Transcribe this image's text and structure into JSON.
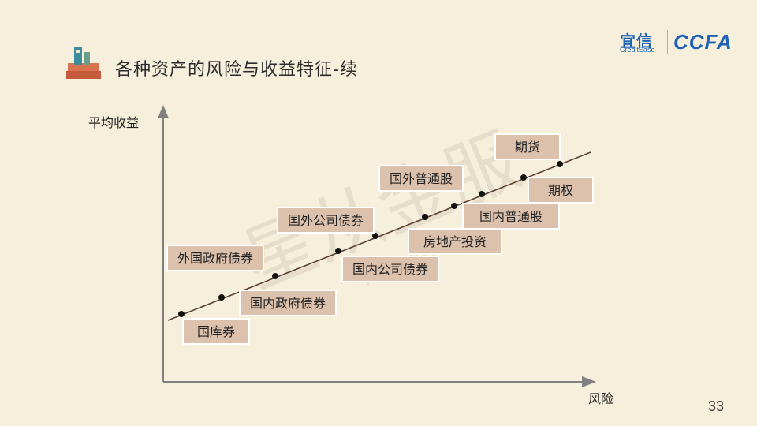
{
  "slide": {
    "title": "各种资产的风险与收益特征-续",
    "page_number": "33",
    "logo": {
      "brand_cn": "宜信",
      "brand_en": "CreditEase",
      "brand_ccfa": "CCFA"
    }
  },
  "diagram": {
    "type": "risk-return-line",
    "y_axis_label": "平均收益",
    "x_axis_label": "风险",
    "assets": [
      {
        "name": "国库券"
      },
      {
        "name": "国内政府债券"
      },
      {
        "name": "外国政府债券"
      },
      {
        "name": "国内公司债券"
      },
      {
        "name": "国外公司债券"
      },
      {
        "name": "房地产投资"
      },
      {
        "name": "国内普通股"
      },
      {
        "name": "国外普通股"
      },
      {
        "name": "期权"
      },
      {
        "name": "期货"
      }
    ]
  },
  "watermark": {
    "text": "星从金服",
    "url": "xingkuoyixin.com"
  },
  "colors": {
    "background": "#f5efdc",
    "label_fill": "#dcc2ad",
    "label_border": "#ffffff",
    "axis": "#808080",
    "line": "#5a3d33",
    "dot": "#111111"
  }
}
